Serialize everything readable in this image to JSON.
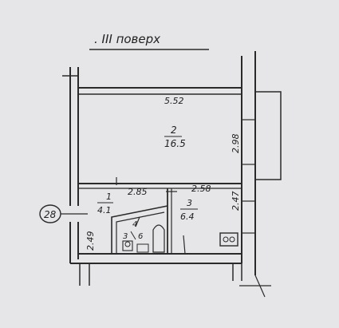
{
  "title": ". III поверх",
  "apartment_number": "28",
  "rooms": [
    {
      "number": "2",
      "area": "16.5"
    },
    {
      "number": "1",
      "area": "4.1"
    },
    {
      "number": "3",
      "area": "6.4"
    },
    {
      "number": "4",
      "area": ""
    },
    {
      "number": "3",
      "area": "6"
    }
  ],
  "dimensions": [
    "5.52",
    "2.98",
    "2.85",
    "2.58",
    "2.47",
    "2.49"
  ],
  "colors": {
    "background": "#e6e6e8",
    "ink": "#2a2a2a"
  }
}
